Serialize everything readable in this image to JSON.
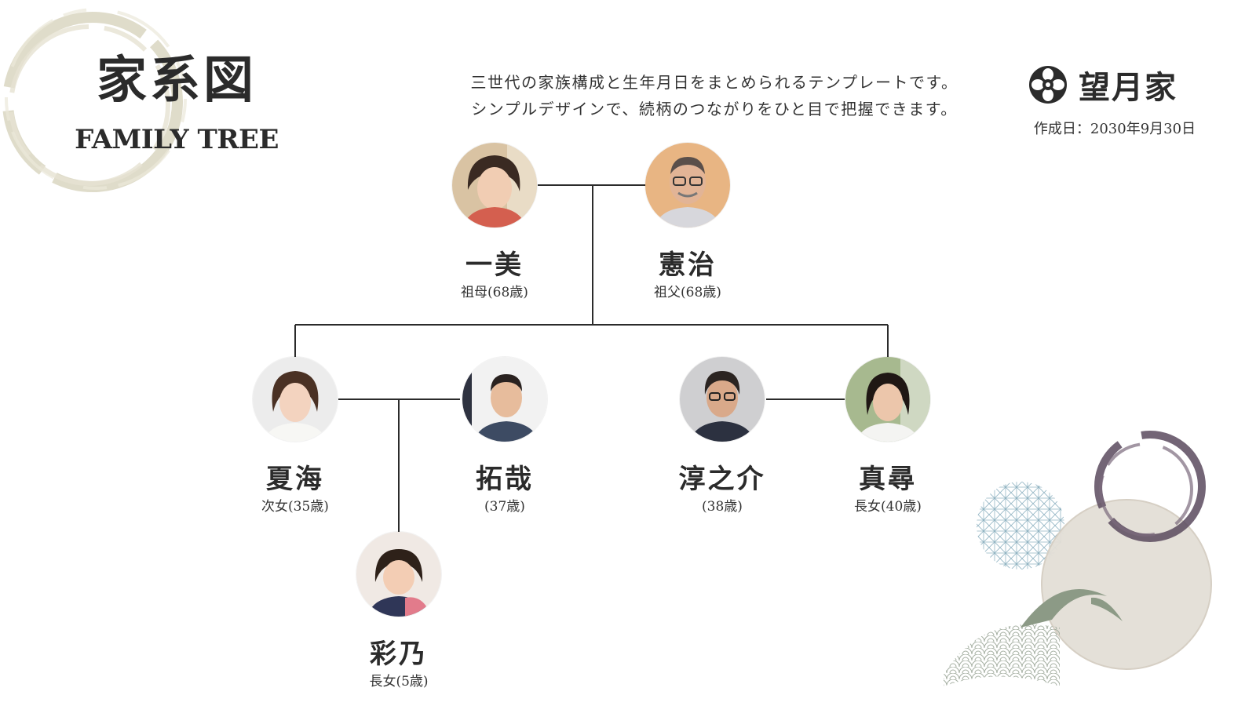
{
  "header": {
    "title_jp": "家系図",
    "title_en": "FAMILY TREE",
    "description_lines": [
      "三世代の家族構成と生年月日をまとめられるテンプレートです。",
      "シンプルデザインで、続柄のつながりをひと目で把握できます。"
    ],
    "family_name": "望月家",
    "created_date": "作成日：2030年9月30日"
  },
  "people": {
    "kazumi": {
      "name": "一美",
      "role": "祖母(68歳)"
    },
    "kenji": {
      "name": "憲治",
      "role": "祖父(68歳)"
    },
    "natsumi": {
      "name": "夏海",
      "role": "次女(35歳)"
    },
    "takuya": {
      "name": "拓哉",
      "role": "(37歳)"
    },
    "junnosuke": {
      "name": "淳之介",
      "role": "(38歳)"
    },
    "mahiro": {
      "name": "真尋",
      "role": "長女(40歳)"
    },
    "ayano": {
      "name": "彩乃",
      "role": "長女(5歳)"
    }
  },
  "colors": {
    "line": "#2b2b2b",
    "accent_sage": "#8c9a86",
    "accent_purple": "#5b4a5e",
    "accent_beige": "#d9d3c0"
  }
}
